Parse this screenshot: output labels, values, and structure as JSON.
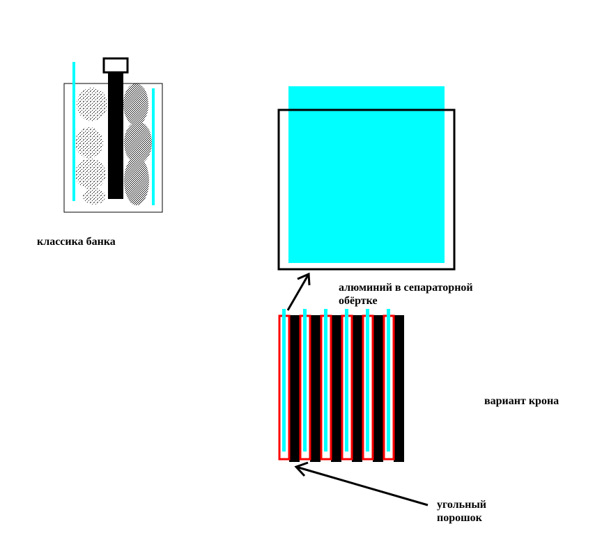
{
  "labels": {
    "classic_can": "классика банка",
    "aluminum_line1": "алюминий в сепараторной",
    "aluminum_line2": "обёртке",
    "krona_variant": "вариант крона",
    "carbon_line1": "угольный",
    "carbon_line2": "порошок"
  },
  "colors": {
    "aluminum": "#00ffff",
    "separator": "#ff0000",
    "carbon": "#000000",
    "outline": "#000000",
    "background": "#ffffff"
  },
  "krona": {
    "cell_count": 6
  }
}
